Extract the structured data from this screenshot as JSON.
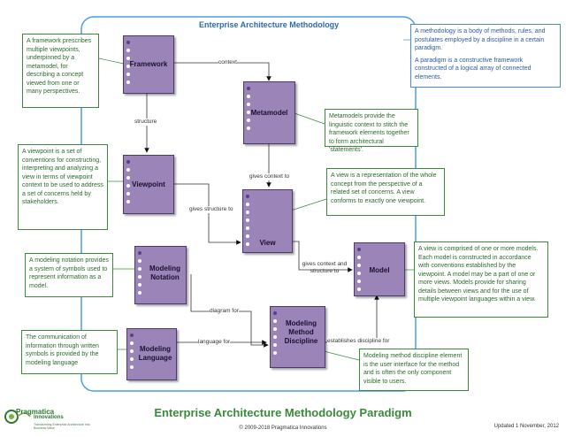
{
  "header": {
    "title": "Enterprise Architecture Methodology"
  },
  "boxes": {
    "framework": "Framework",
    "metamodel": "Metamodel",
    "viewpoint": "Viewpoint",
    "view": "View",
    "modeling_notation": "Modeling Notation",
    "model": "Model",
    "modeling_method_discipline": "Modeling Method Discipline",
    "modeling_language": "Modeling Language"
  },
  "edges": {
    "context": "context",
    "structure": "structure",
    "gives_context_to": "gives context to",
    "gives_structure_to": "gives structure to",
    "gives_context_and_structure_to": "gives context and structure to",
    "diagram_for": "diagram for",
    "language_for": "language for",
    "establishes_discipline_for": "establishes discipline for"
  },
  "notes": {
    "methodology_p1": "A methodology is a body of methods, rules, and postulates employed by a discipline in a certain paradigm.",
    "methodology_p2": "A paradigm is a constructive framework constructed of a logical array of connected elements.",
    "framework": "A framework prescribes multiple viewpoints, underpinned by a metamodel, for describing a concept viewed from one or many perspectives.",
    "metamodel": "Metamodels provide the linguistic context to stitch the framework elements together to form architectural 'statements'.",
    "viewpoint": "A viewpoint is a set of conventions for constructing, interpreting and analyzing a view in terms of viewpoint context to be used to address a set of concerns held by stakeholders.",
    "view": "A view is a representation of the whole concept from the perspective of a related set of concerns. A view conforms to exactly one viewpoint.",
    "modeling_notation": "A modeling notation provides a system of symbols used to represent information as a model.",
    "model": "A view is comprised of one or more models. Each model is constructed in accordance with conventions established by the viewpoint. A model may be a part of one or more views. Models provide for sharing details between views and for the use of multiple viewpoint languages within a view.",
    "modeling_language": "The communication of information through written symbols is provided by the modeling language",
    "discipline": "Modeling method discipline element is the user interface for the method and is often the only component visible to users."
  },
  "footer": {
    "title": "Enterprise Architecture Methodology Paradigm",
    "copyright": "© 2009-2018 Pragmatica Innovations",
    "updated": "Updated 1 November, 2012",
    "logo_word1": "Pragmatica",
    "logo_word2": "Innovations",
    "logo_tagline": "Transforming Enterprise Architecture Into Business Value"
  },
  "colors": {
    "box_fill": "#9b85b8",
    "frame_stroke": "#4a9ee0",
    "note_green": "#3a8a3a",
    "note_blue": "#4a8ad0",
    "title_green": "#3a8a3a"
  }
}
